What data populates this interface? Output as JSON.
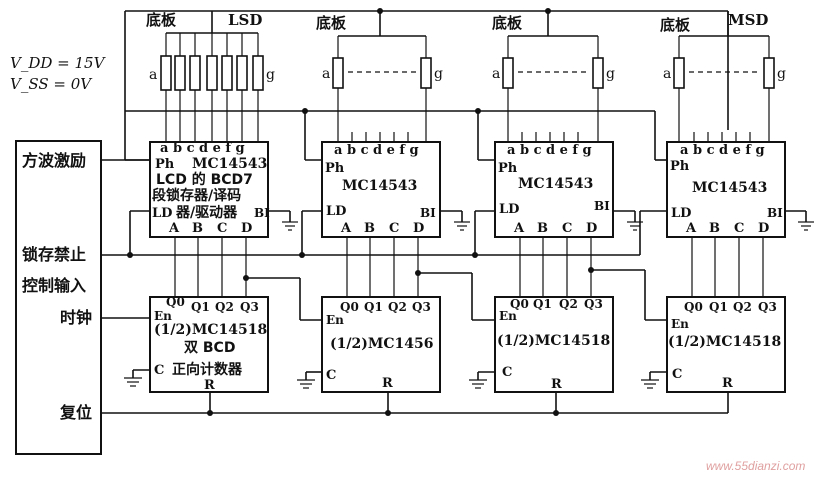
{
  "supply": {
    "vdd": "V_DD = 15V",
    "vss": "V_SS = 0V"
  },
  "labels": {
    "backplane": "底板",
    "lsd": "LSD",
    "msd": "MSD",
    "seg_a": "a",
    "seg_g": "g",
    "square_wave": "方波激励",
    "latch_inhibit": "锁存禁止",
    "control_input": "控制输入",
    "clock": "时钟",
    "reset": "复位"
  },
  "decoder": {
    "pins_top": "a b c d e f g",
    "ph": "Ph",
    "ld": "LD",
    "bi": "BI",
    "pins_bottom": [
      "A",
      "B",
      "C",
      "D"
    ],
    "part": "MC14543",
    "desc1": "LCD 的 BCD7",
    "desc2": "段锁存器/译码",
    "desc3": "器/驱动器"
  },
  "counter": {
    "outputs": [
      "Q0",
      "Q1",
      "Q2",
      "Q3"
    ],
    "en": "En",
    "c": "C",
    "r": "R",
    "parts": [
      "(1/2)MC14518",
      "(1/2)MC1456",
      "(1/2)MC14518",
      "(1/2)MC14518"
    ],
    "desc1": "双 BCD",
    "desc2": "正向计数器"
  },
  "watermark": "www.55dianzi.com"
}
